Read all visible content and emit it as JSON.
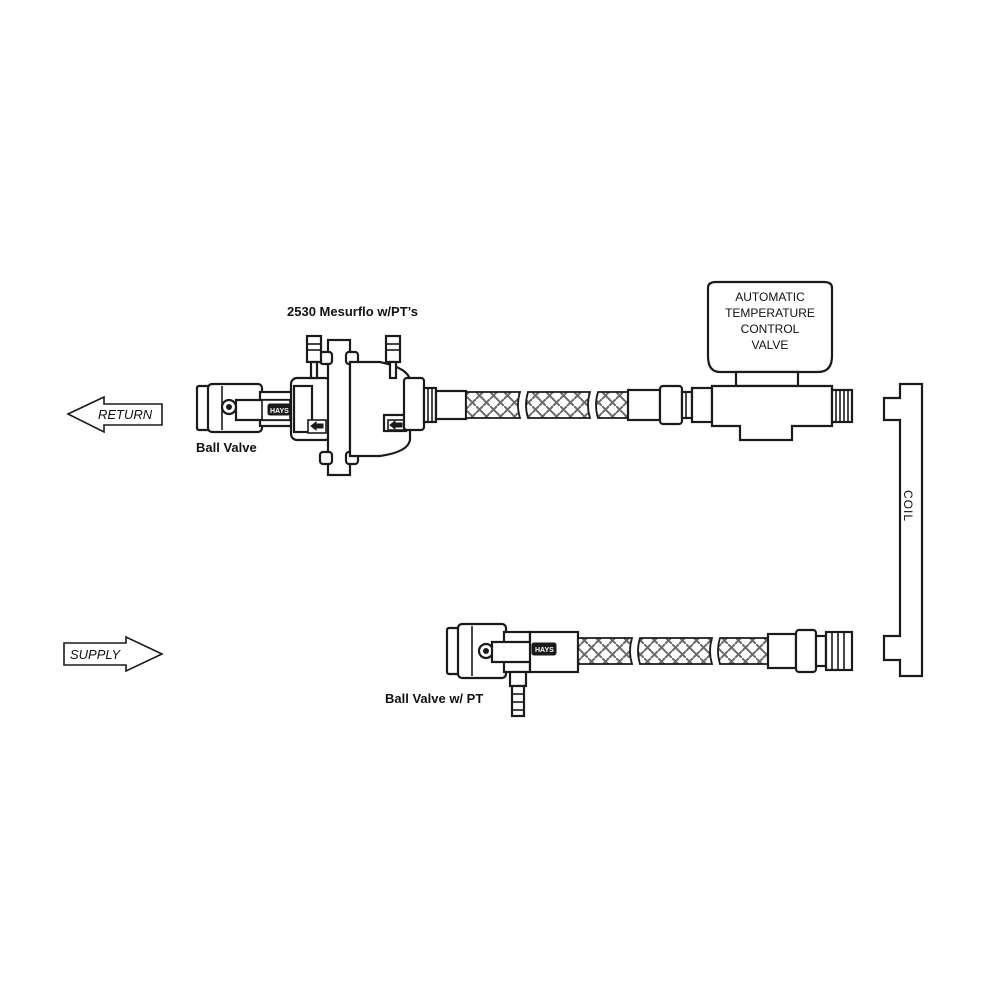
{
  "labels": {
    "mesurflo": "2530 Mesurflo w/PT’s",
    "ball_valve": "Ball Valve",
    "ball_valve_pt": "Ball Valve w/ PT",
    "return": "RETURN",
    "supply": "SUPPLY",
    "coil": "COIL",
    "atc_lines": [
      "AUTOMATIC",
      "TEMPERATURE",
      "CONTROL",
      "VALVE"
    ],
    "badge": "HAYS"
  },
  "colors": {
    "line": "#1a1a1a",
    "background": "#ffffff",
    "braid": "#6b6b6b"
  },
  "icons": {
    "return_arrow": "arrow-left-icon",
    "supply_arrow": "arrow-right-icon"
  }
}
